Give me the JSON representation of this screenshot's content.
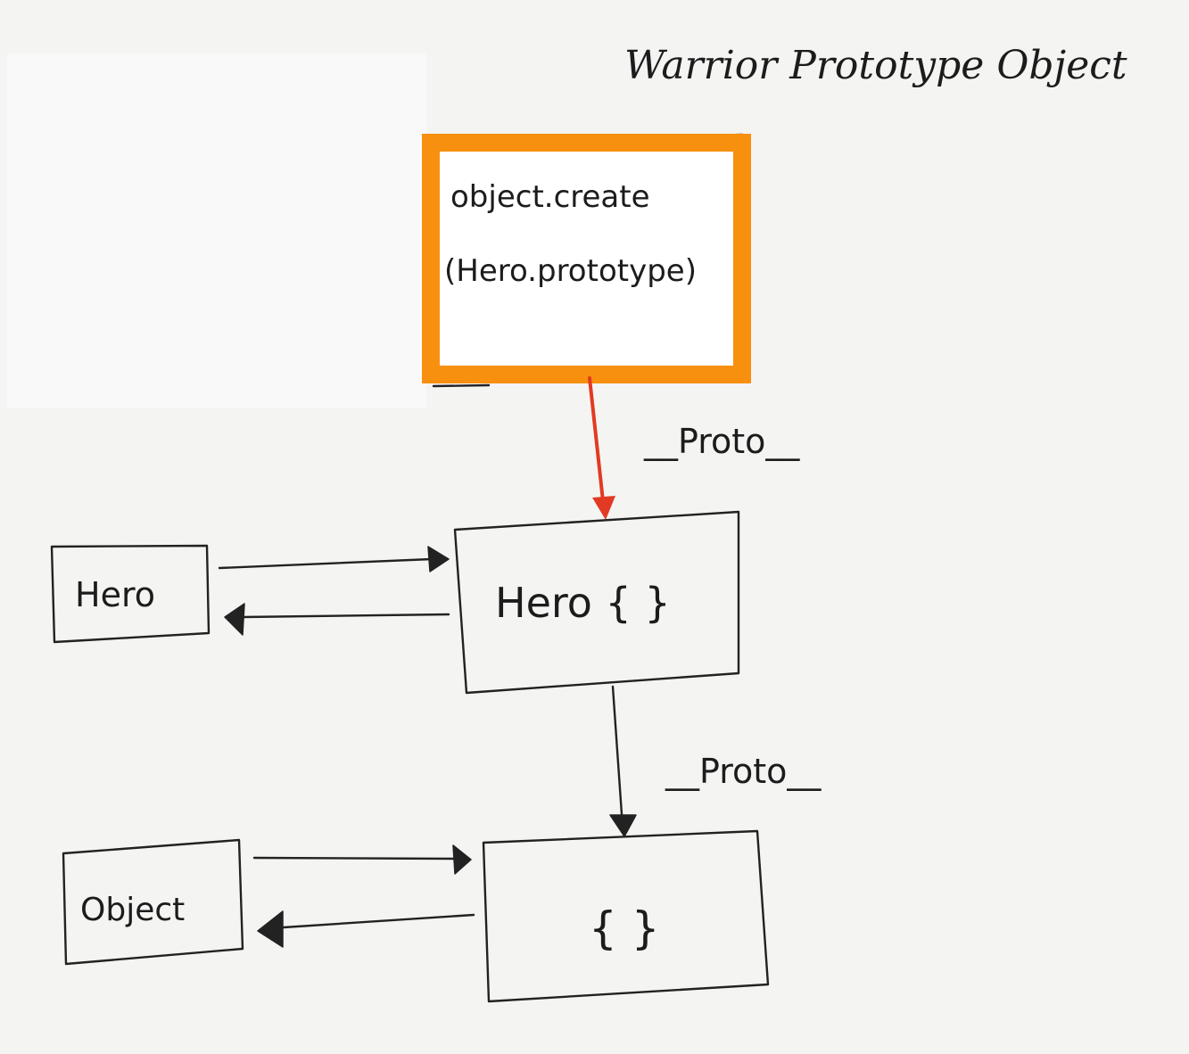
{
  "title": "Warrior Prototype Object",
  "nodes": {
    "create": {
      "line1": "object.create",
      "line2": "(Hero.prototype)"
    },
    "hero_ctor": {
      "label": "Hero"
    },
    "hero_proto": {
      "label": "Hero { }"
    },
    "object_ctor": {
      "label": "Object"
    },
    "object_proto": {
      "label": "{ }"
    }
  },
  "edges": {
    "proto_label_top": "__Proto__",
    "proto_label_bottom": "__Proto__"
  },
  "colors": {
    "highlight": "#f7900f",
    "arrow_red": "#e23a22",
    "ink": "#222222",
    "paper": "#f4f4f3"
  }
}
